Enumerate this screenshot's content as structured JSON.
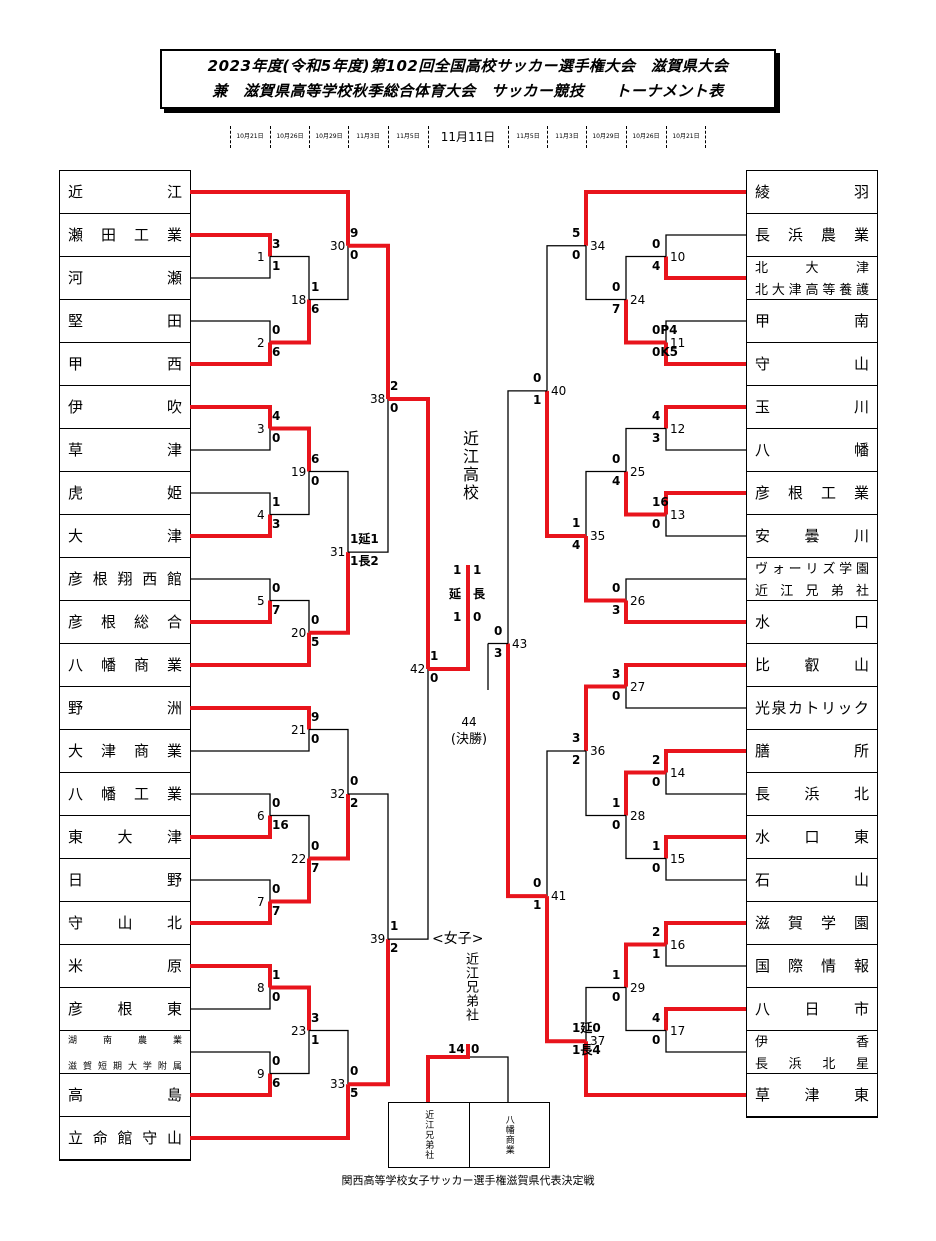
{
  "title": {
    "line1": "2023年度(令和5年度)第102回全国高校サッカー選手権大会　滋賀県大会",
    "line2": "兼　滋賀県高等学校秋季総合体育大会　サッカー競技　　トーナメント表"
  },
  "dates": {
    "left": [
      "10月21日",
      "10月26日",
      "10月29日",
      "11月3日",
      "11月5日"
    ],
    "center": "11月11日",
    "right": [
      "11月5日",
      "11月3日",
      "10月29日",
      "10月26日",
      "10月21日"
    ]
  },
  "left_teams": [
    {
      "name": "近江"
    },
    {
      "name": "瀬田工業"
    },
    {
      "name": "河瀬"
    },
    {
      "name": "堅田"
    },
    {
      "name": "甲西"
    },
    {
      "name": "伊吹"
    },
    {
      "name": "草津"
    },
    {
      "name": "虎姫"
    },
    {
      "name": "大津"
    },
    {
      "name": "彦根翔西館"
    },
    {
      "name": "彦根総合"
    },
    {
      "name": "八幡商業"
    },
    {
      "name": "野洲"
    },
    {
      "name": "大津商業"
    },
    {
      "name": "八幡工業"
    },
    {
      "name": "東大津"
    },
    {
      "name": "日野"
    },
    {
      "name": "守山北"
    },
    {
      "name": "米原"
    },
    {
      "name": "彦根東"
    },
    {
      "name": "湖南農業",
      "name2": "滋賀短期大学附属"
    },
    {
      "name": "高島"
    },
    {
      "name": "立命館守山"
    }
  ],
  "right_teams": [
    {
      "name": "綾羽"
    },
    {
      "name": "長浜農業"
    },
    {
      "name": "北大津",
      "name2": "北大津高等養護"
    },
    {
      "name": "甲南"
    },
    {
      "name": "守山"
    },
    {
      "name": "玉川"
    },
    {
      "name": "八幡"
    },
    {
      "name": "彦根工業"
    },
    {
      "name": "安曇川"
    },
    {
      "name": "ヴォーリズ学園",
      "name2": "近江兄弟社"
    },
    {
      "name": "水口"
    },
    {
      "name": "比叡山"
    },
    {
      "name": "光泉カトリック"
    },
    {
      "name": "膳所"
    },
    {
      "name": "長浜北"
    },
    {
      "name": "水口東"
    },
    {
      "name": "石山"
    },
    {
      "name": "滋賀学園"
    },
    {
      "name": "国際情報"
    },
    {
      "name": "八日市"
    },
    {
      "name": "伊香",
      "name2": "長浜北星"
    },
    {
      "name": "草津東"
    }
  ],
  "match_numbers": {
    "m1": "1",
    "m2": "2",
    "m3": "3",
    "m4": "4",
    "m5": "5",
    "m6": "6",
    "m7": "7",
    "m8": "8",
    "m9": "9",
    "m10": "10",
    "m11": "11",
    "m12": "12",
    "m13": "13",
    "m14": "14",
    "m15": "15",
    "m16": "16",
    "m17": "17",
    "m18": "18",
    "m19": "19",
    "m20": "20",
    "m21": "21",
    "m22": "22",
    "m23": "23",
    "m24": "24",
    "m25": "25",
    "m26": "26",
    "m27": "27",
    "m28": "28",
    "m29": "29",
    "m30": "30",
    "m31": "31",
    "m32": "32",
    "m33": "33",
    "m34": "34",
    "m35": "35",
    "m36": "36",
    "m37": "37",
    "m38": "38",
    "m39": "39",
    "m40": "40",
    "m41": "41",
    "m42": "42",
    "m43": "43",
    "m44": "44"
  },
  "scores": {
    "s1a": "3",
    "s1b": "1",
    "s2a": "0",
    "s2b": "6",
    "s3a": "4",
    "s3b": "0",
    "s4a": "1",
    "s4b": "3",
    "s5a": "0",
    "s5b": "7",
    "s6a": "0",
    "s6b": "16",
    "s7a": "0",
    "s7b": "7",
    "s8a": "1",
    "s8b": "0",
    "s9a": "0",
    "s9b": "6",
    "s18a": "1",
    "s18b": "6",
    "s19a": "6",
    "s19b": "0",
    "s20a": "0",
    "s20b": "5",
    "s21a": "9",
    "s21b": "0",
    "s22a": "0",
    "s22b": "7",
    "s23a": "3",
    "s23b": "1",
    "s30a": "9",
    "s30b": "0",
    "s31a": "1延1",
    "s31b": "1長2",
    "s32a": "0",
    "s32b": "2",
    "s33a": "0",
    "s33b": "5",
    "s38a": "2",
    "s38b": "0",
    "s39a": "1",
    "s39b": "2",
    "s42a": "1",
    "s42b": "0",
    "s10a": "0",
    "s10b": "4",
    "s11a": "0P4",
    "s11b": "0K5",
    "s12a": "4",
    "s12b": "3",
    "s13a": "16",
    "s13b": "0",
    "s14a": "2",
    "s14b": "0",
    "s15a": "1",
    "s15b": "0",
    "s16a": "2",
    "s16b": "1",
    "s17a": "4",
    "s17b": "0",
    "s24a": "0",
    "s24b": "7",
    "s25a": "0",
    "s25b": "4",
    "s26a": "0",
    "s26b": "3",
    "s27a": "3",
    "s27b": "0",
    "s28a": "1",
    "s28b": "0",
    "s29a": "1",
    "s29b": "0",
    "s34a": "5",
    "s34b": "0",
    "s35a": "1",
    "s35b": "4",
    "s36a": "3",
    "s36b": "2",
    "s37a": "1延0",
    "s37b": "1長4",
    "s40a": "0",
    "s40b": "1",
    "s41a": "0",
    "s41b": "1",
    "s43a": "0",
    "s43b": "3"
  },
  "final": {
    "label": "(決勝)",
    "champion": "近江高校",
    "score_top_l": "1",
    "score_top_r": "1",
    "score_mid_l": "延",
    "score_mid_r": "長",
    "score_bot_l": "1",
    "score_bot_r": "0"
  },
  "women": {
    "heading": "<女子>",
    "champion": "近江兄弟社",
    "score_l": "14",
    "score_r": "0",
    "team_left": "近江兄弟社",
    "team_right": "八幡商業",
    "caption": "関西高等学校女子サッカー選手権滋賀県代表決定戦"
  },
  "colors": {
    "winner": "#e8141c",
    "line": "#000000"
  }
}
